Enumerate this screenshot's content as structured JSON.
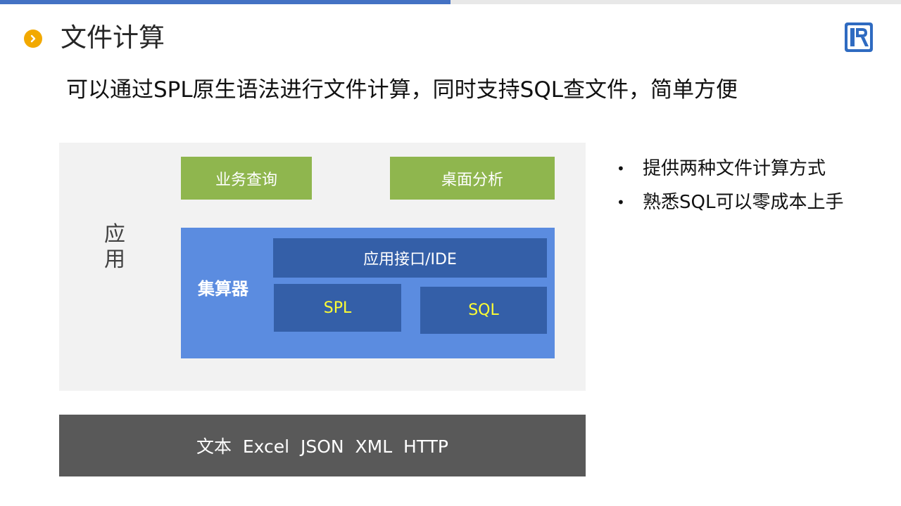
{
  "header": {
    "title": "文件计算",
    "subtitle": "可以通过SPL原生语法进行文件计算，同时支持SQL查文件，简单方便",
    "logo_icon": "r-logo-icon",
    "bullet_icon": "chevron-right-circle-icon"
  },
  "diagram": {
    "app_label": "应用",
    "top_boxes": [
      "业务查询",
      "桌面分析"
    ],
    "calculator_label": "集算器",
    "api_label": "应用接口/IDE",
    "spl_label": "SPL",
    "sql_label": "SQL",
    "data_sources": "文本  Excel  JSON  XML  HTTP"
  },
  "features": [
    "提供两种文件计算方式",
    "熟悉SQL可以零成本上手"
  ],
  "colors": {
    "accent_blue": "#4472c4",
    "bullet_orange": "#f2a900",
    "green_box": "#8fb64e",
    "calculator_blue": "#5b8ce0",
    "inner_dark_blue": "#345fa8",
    "engine_text_yellow": "#ffff33",
    "data_bar_gray": "#595959",
    "app_panel_gray": "#f2f2f2"
  }
}
